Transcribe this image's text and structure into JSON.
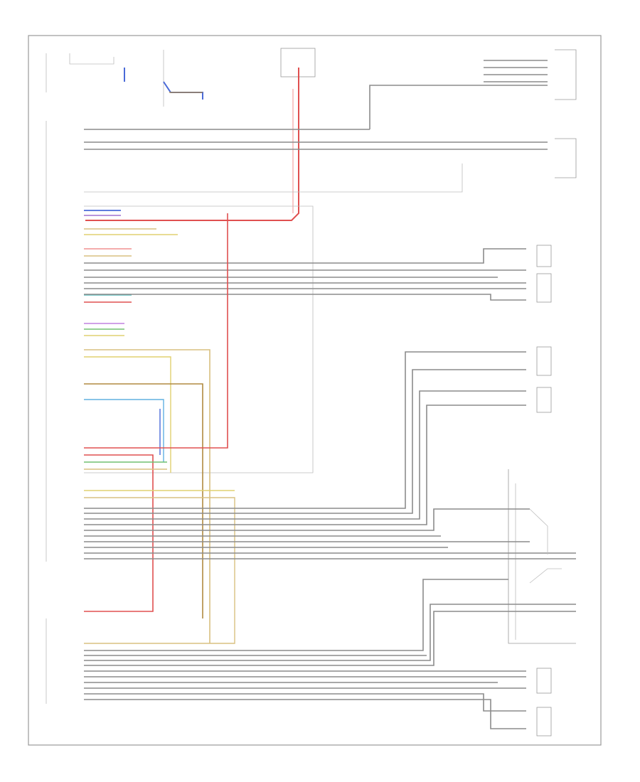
{
  "diagram": {
    "components": [
      {
        "id": "gem-upper-left",
        "label": "",
        "lines": []
      },
      {
        "id": "right-speaker-top",
        "label": "",
        "lines": []
      },
      {
        "id": "right-speaker-second",
        "label": "",
        "lines": []
      },
      {
        "id": "door-speakers-right",
        "label": "",
        "lines": []
      },
      {
        "id": "rear-speakers",
        "label": "",
        "lines": []
      },
      {
        "id": "subwoofer-amp",
        "label": "",
        "lines": []
      },
      {
        "id": "lower-speakers",
        "label": "",
        "lines": []
      },
      {
        "id": "left-side-radio-module",
        "label": "",
        "lines": []
      }
    ],
    "wire_labels": [],
    "footer": ""
  },
  "colors": {
    "frame": "#9a9a9a",
    "wire_default": "#8c8c8c",
    "wire_red": "#e05050",
    "wire_pink": "#f09090",
    "wire_blue": "#4a6ad8",
    "wire_purple": "#a070d0",
    "wire_tan": "#d8c080",
    "wire_yellow": "#e0d070",
    "wire_brown": "#b08a40",
    "wire_green": "#70c070",
    "wire_lightblue": "#60b0e0",
    "wire_cyan": "#60c0c0"
  }
}
